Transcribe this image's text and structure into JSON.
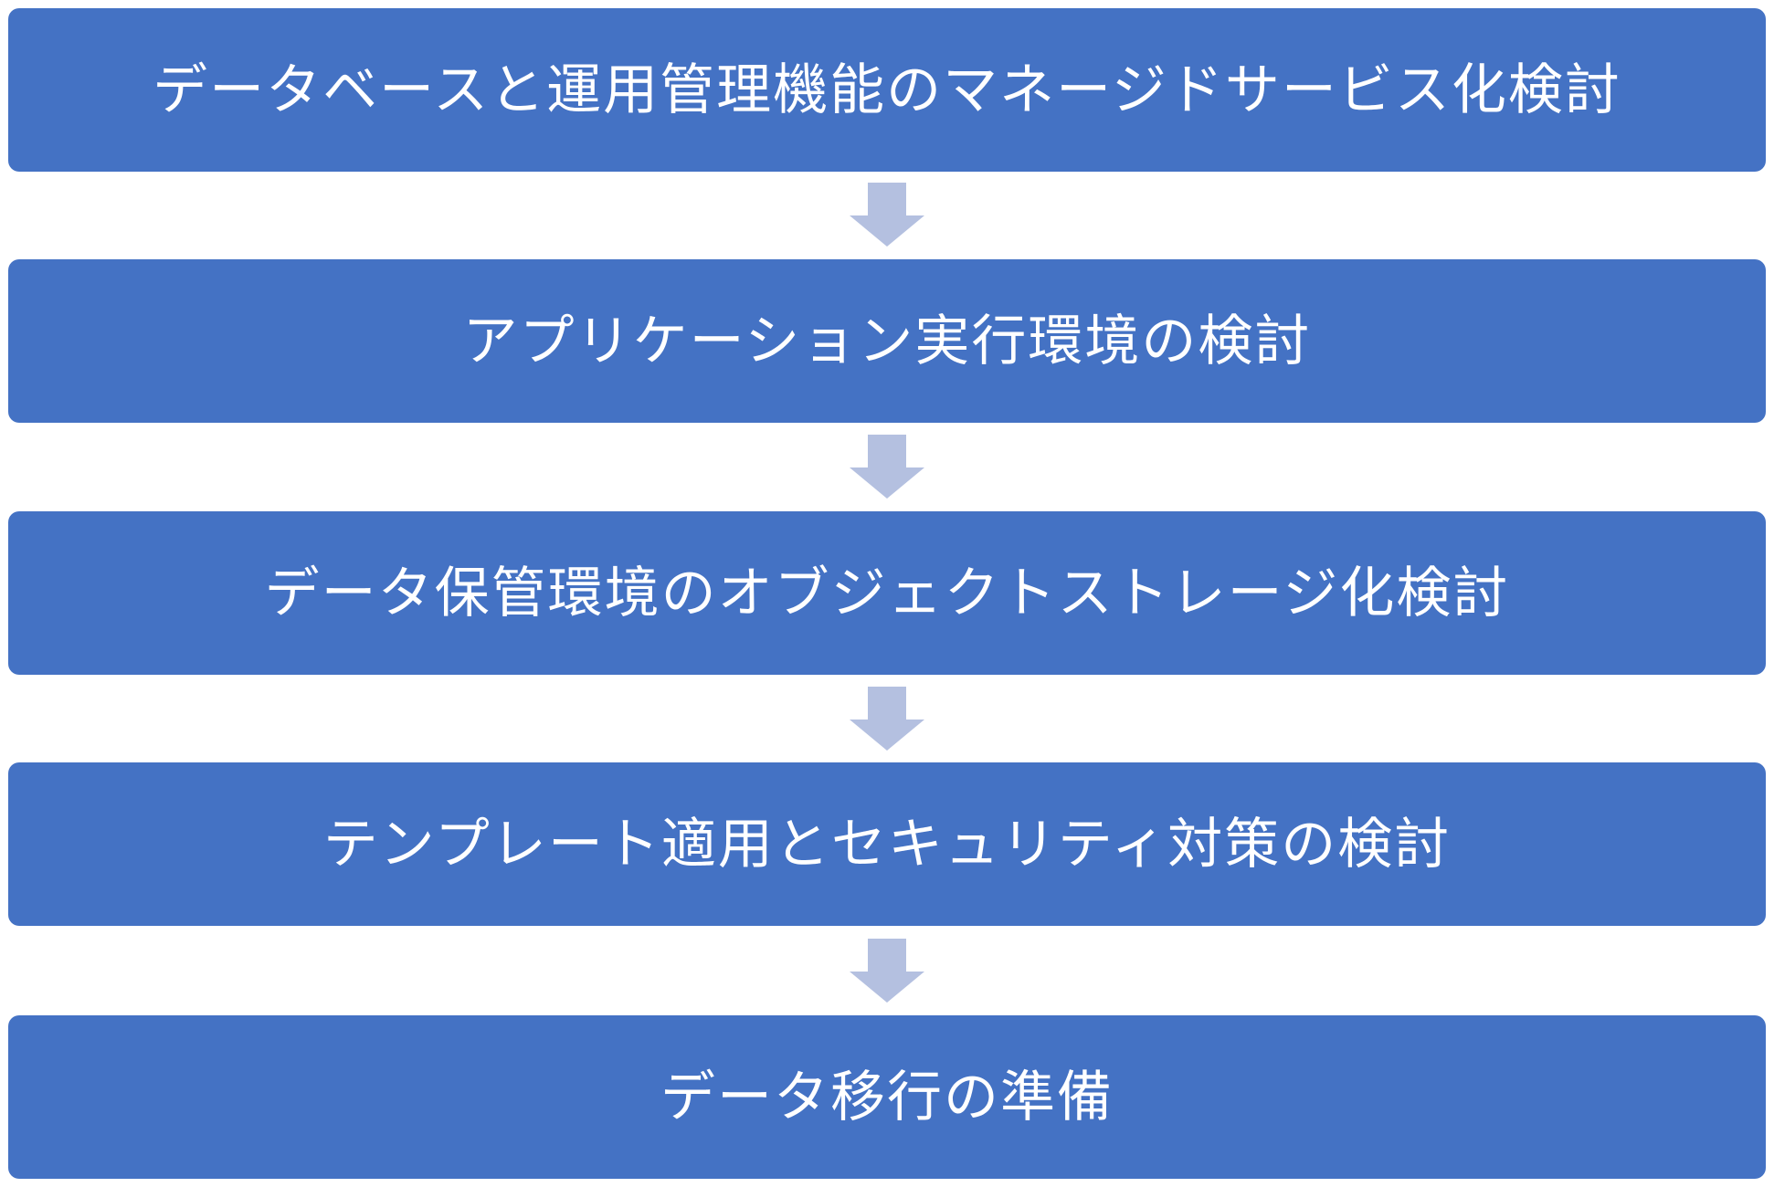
{
  "flow": {
    "steps": [
      {
        "label": "データベースと運用管理機能のマネージドサービス化検討"
      },
      {
        "label": "アプリケーション実行環境の検討"
      },
      {
        "label": "データ保管環境のオブジェクトストレージ化検討"
      },
      {
        "label": "テンプレート適用とセキュリティ対策の検討"
      },
      {
        "label": "データ移行の準備"
      }
    ]
  },
  "colors": {
    "box_fill": "#4472c4",
    "box_text": "#ffffff",
    "arrow_fill": "#b4c0e0"
  },
  "icons": {
    "connector": "down-arrow-icon"
  }
}
